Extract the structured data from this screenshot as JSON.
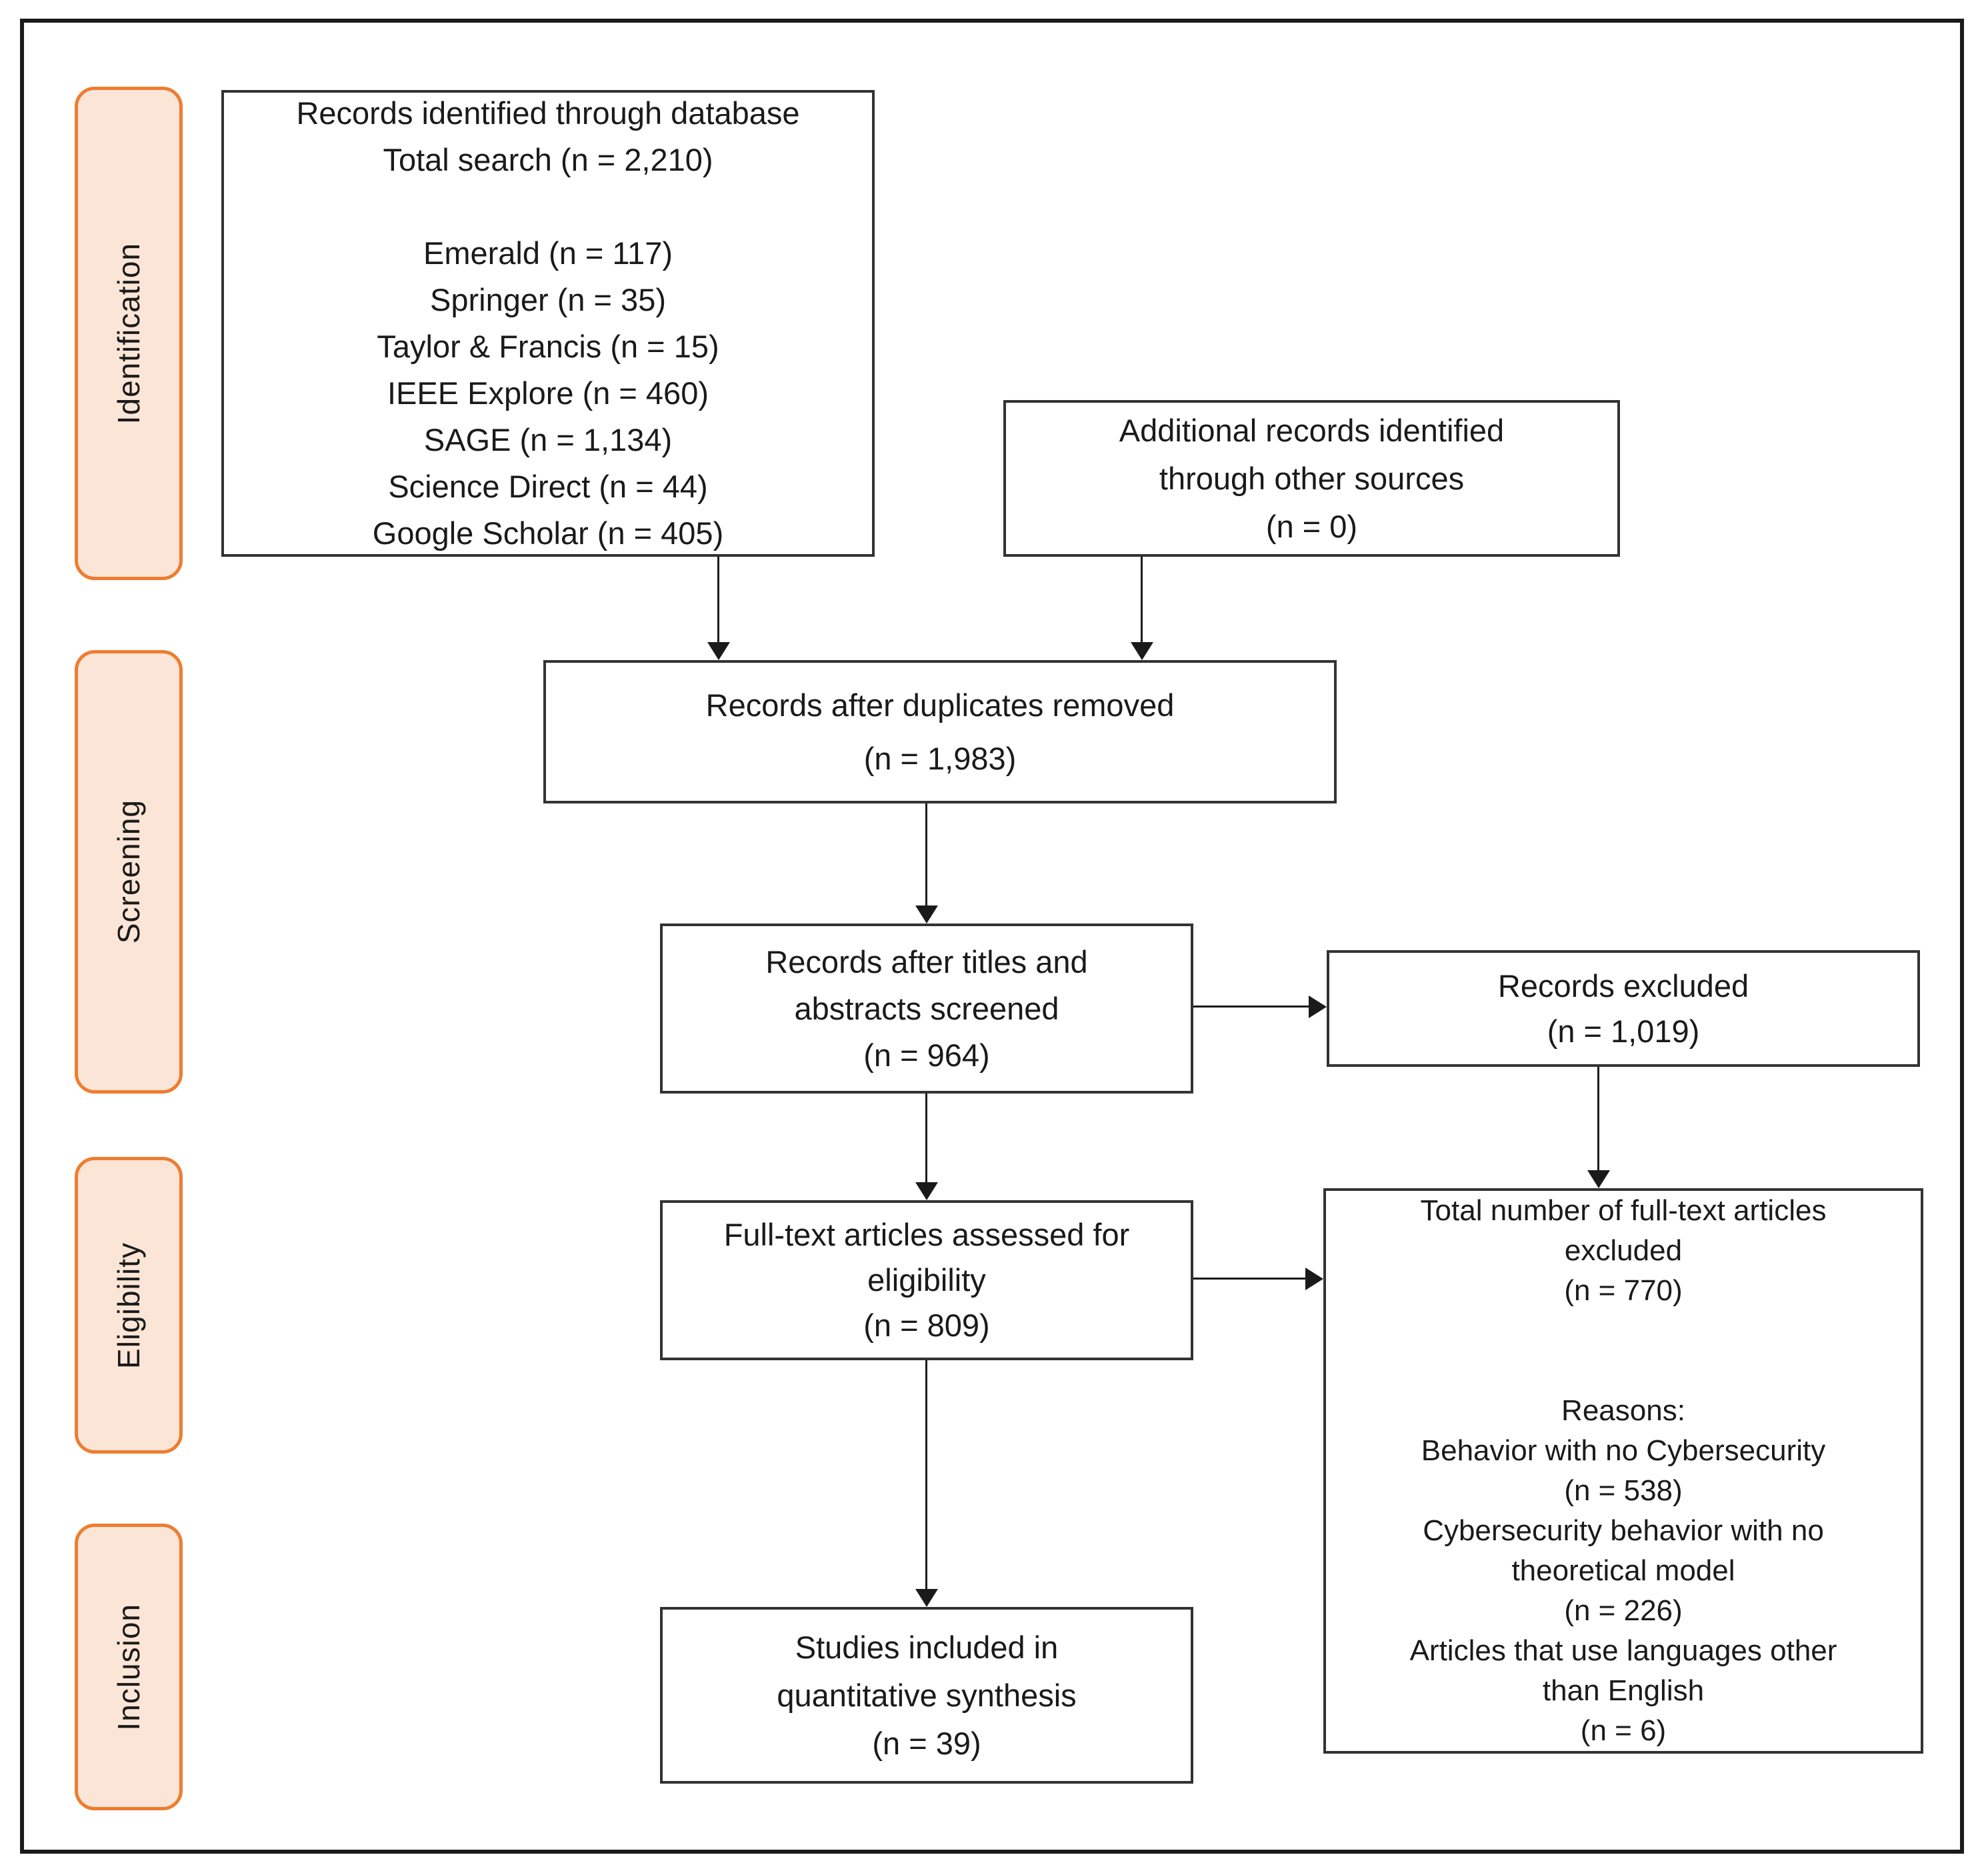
{
  "figure": {
    "type": "prisma-flow-diagram",
    "colors": {
      "stage_label_fill": "#FBE5D6",
      "stage_label_border": "#ED7D31",
      "box_border": "#333333",
      "frame_border": "#1A1A1A",
      "text": "#1A1A1A"
    }
  },
  "stages": [
    {
      "label": "Identification"
    },
    {
      "label": "Screening"
    },
    {
      "label": "Eligibility"
    },
    {
      "label": "Inclusion"
    }
  ],
  "boxes": {
    "identified": {
      "lines": [
        "Records identified through database",
        "Total search (n = 2,210)",
        "",
        "Emerald (n = 117)",
        "Springer (n = 35)",
        "Taylor & Francis (n = 15)",
        "IEEE Explore (n = 460)",
        "SAGE (n = 1,134)",
        "Science Direct (n = 44)",
        "Google Scholar (n = 405)"
      ]
    },
    "additional": {
      "lines": [
        "Additional records identified",
        "through other sources",
        "(n = 0)"
      ]
    },
    "duplicates_removed": {
      "lines": [
        "Records after duplicates removed",
        "(n = 1,983)"
      ]
    },
    "titles_screened": {
      "lines": [
        "Records after titles and",
        "abstracts screened",
        "(n = 964)"
      ]
    },
    "records_excluded": {
      "lines": [
        "Records excluded",
        "(n = 1,019)"
      ]
    },
    "fulltext_assessed": {
      "lines": [
        "Full-text articles assessed for",
        "eligibility",
        "(n = 809)"
      ]
    },
    "fulltext_excluded": {
      "lines": [
        "Total number of full-text articles",
        "excluded",
        "(n = 770)",
        "",
        "",
        "Reasons:",
        "Behavior with no Cybersecurity",
        "(n = 538)",
        "Cybersecurity behavior with no",
        "theoretical model",
        "(n = 226)",
        "Articles that use languages other",
        "than English",
        "(n = 6)"
      ]
    },
    "included": {
      "lines": [
        "Studies included in",
        "quantitative synthesis",
        "(n = 39)"
      ]
    }
  }
}
